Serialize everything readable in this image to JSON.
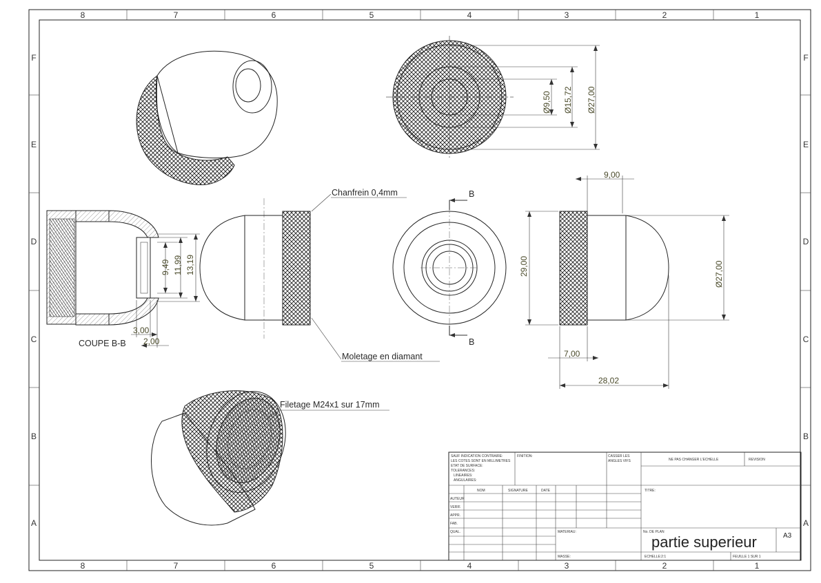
{
  "zones": {
    "columns": [
      "8",
      "7",
      "6",
      "5",
      "4",
      "3",
      "2",
      "1"
    ],
    "rows": [
      "F",
      "E",
      "D",
      "C",
      "B",
      "A"
    ]
  },
  "dimensions": {
    "phi_9_50": "Ø9,50",
    "phi_15_72": "Ø15,72",
    "phi_27_00_top": "Ø27,00",
    "phi_27_00_side": "Ø27,00",
    "d_9_00": "9,00",
    "d_29_00": "29,00",
    "d_7_00": "7,00",
    "d_28_02": "28,02",
    "d_9_49": "9,49",
    "d_11_99": "11,99",
    "d_13_19": "13,19",
    "d_3_00": "3,00",
    "d_2_00": "2,00"
  },
  "annotations": {
    "chamfer": "Chanfrein 0,4mm",
    "knurl": "Moletage en diamant",
    "thread": "Filetage M24x1 sur 17mm",
    "section_label": "COUPE B-B",
    "section_mark_top": "B",
    "section_mark_bottom": "B"
  },
  "title_block": {
    "general_notes": [
      "SAUF INDICATION CONTRAIRE:",
      "LES COTES SONT EN MILLIMETRES",
      "ETAT DE SURFACE:",
      "TOLERANCES:",
      "LINEAIRES:",
      "ANGULAIRES:"
    ],
    "finish_label": "FINITION:",
    "edges_label": [
      "CASSER LES",
      "ANGLES VIFS"
    ],
    "scale_note": "NE PAS CHANGER L'ECHELLE",
    "revision_label": "REVISION",
    "title_label": "TITRE:",
    "col_headers": [
      "NOM",
      "SIGNATURE",
      "DATE"
    ],
    "roles": [
      "AUTEUR",
      "VERIF.",
      "APPR.",
      "FAB.",
      "QUAL."
    ],
    "material_label": "MATERIAU:",
    "drawing_no_label": "No. DE PLAN",
    "drawing_title": "partie superieur",
    "sheet_size": "A3",
    "mass_label": "MASSE:",
    "scale_label": "ECHELLE:2:1",
    "sheet_label": "FEUILLE 1 SUR 1"
  }
}
